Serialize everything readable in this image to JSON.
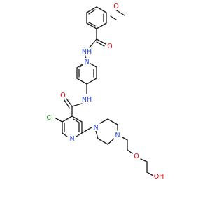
{
  "molecule": {
    "atoms": {
      "methoxy_o": {
        "text": "O",
        "color": "#e8000b"
      },
      "amide1_o": {
        "text": "O",
        "color": "#e8000b"
      },
      "amide1_nh": {
        "text": "NH",
        "color": "#2846e8"
      },
      "pyr1_n": {
        "text": "N",
        "color": "#2846e8"
      },
      "amide2_nh": {
        "text": "NH",
        "color": "#2846e8"
      },
      "amide2_o": {
        "text": "O",
        "color": "#e8000b"
      },
      "cl": {
        "text": "Cl",
        "color": "#1fa31f"
      },
      "pyr2_n": {
        "text": "N",
        "color": "#2846e8"
      },
      "pip_n1": {
        "text": "N",
        "color": "#2846e8"
      },
      "pip_n4": {
        "text": "N",
        "color": "#2846e8"
      },
      "ether_o": {
        "text": "O",
        "color": "#e8000b"
      },
      "oh": {
        "text": "OH",
        "color": "#e8000b"
      }
    },
    "bond_color": "#1a1a1a"
  }
}
